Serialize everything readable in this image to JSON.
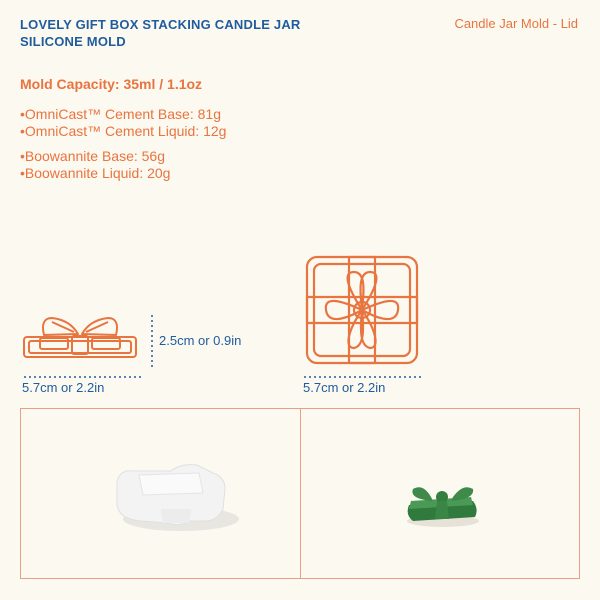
{
  "header": {
    "title": "LOVELY GIFT BOX STACKING CANDLE JAR\nSILICONE MOLD",
    "subtitle": "Candle Jar Mold - Lid"
  },
  "capacity": "Mold Capacity: 35ml / 1.1oz",
  "specs": [
    "•OmniCast™ Cement Base: 81g",
    "•OmniCast™ Cement  Liquid: 12g",
    "•Boowannite Base: 56g",
    "•Boowannite Liquid: 20g"
  ],
  "dimensions": {
    "side_height": "2.5cm or 0.9in",
    "side_width": "5.7cm or 2.2in",
    "top_width": "5.7cm or 2.2in"
  },
  "colors": {
    "brand_blue": "#1f5c9e",
    "accent_orange": "#e8743f",
    "mold_white": "#f3f3f3",
    "product_green": "#3f8a4a"
  }
}
